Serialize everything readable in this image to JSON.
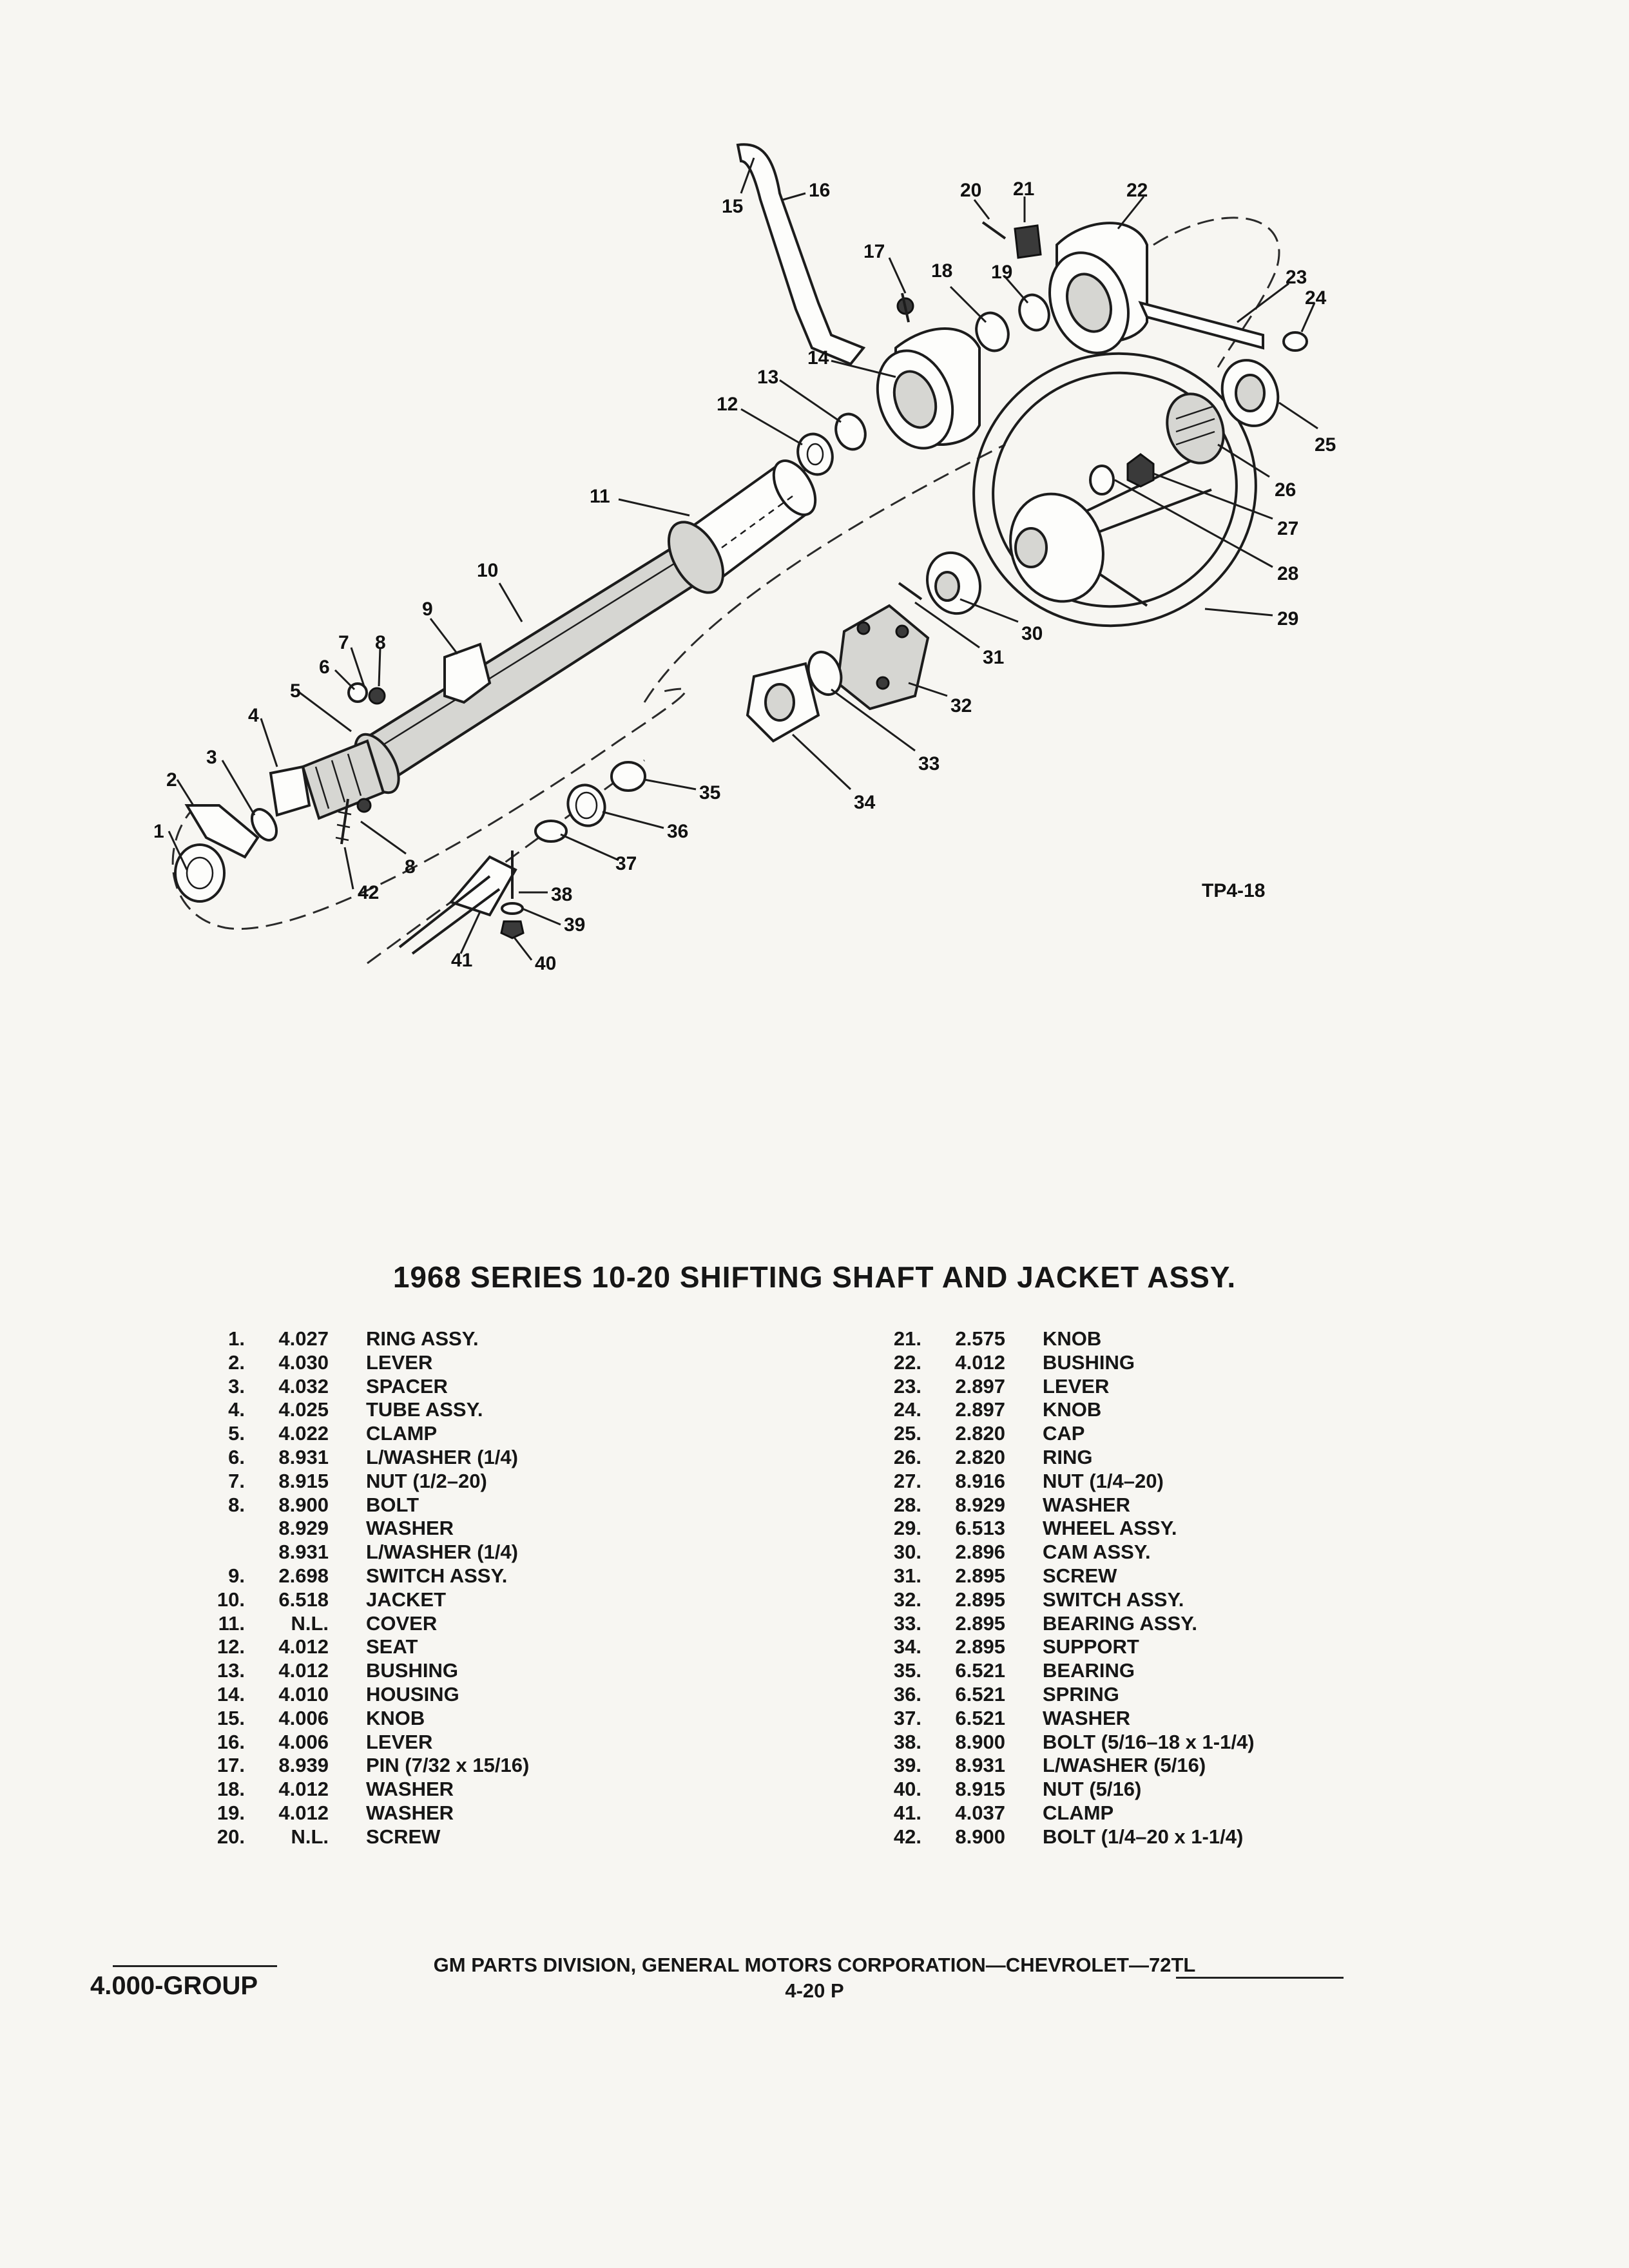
{
  "figure_code": "TP4-18",
  "callouts": [
    "1",
    "2",
    "3",
    "4",
    "5",
    "6",
    "7",
    "8",
    "8",
    "9",
    "10",
    "11",
    "12",
    "13",
    "14",
    "15",
    "16",
    "17",
    "18",
    "19",
    "20",
    "21",
    "22",
    "23",
    "24",
    "25",
    "26",
    "27",
    "28",
    "29",
    "30",
    "31",
    "32",
    "33",
    "34",
    "35",
    "36",
    "37",
    "38",
    "39",
    "40",
    "41",
    "42"
  ],
  "title": "1968 SERIES 10-20 SHIFTING SHAFT AND JACKET ASSY.",
  "parts_left": [
    {
      "no": "1.",
      "group": "4.027",
      "desc": "RING ASSY."
    },
    {
      "no": "2.",
      "group": "4.030",
      "desc": "LEVER"
    },
    {
      "no": "3.",
      "group": "4.032",
      "desc": "SPACER"
    },
    {
      "no": "4.",
      "group": "4.025",
      "desc": "TUBE ASSY."
    },
    {
      "no": "5.",
      "group": "4.022",
      "desc": "CLAMP"
    },
    {
      "no": "6.",
      "group": "8.931",
      "desc": "L/WASHER (1/4)"
    },
    {
      "no": "7.",
      "group": "8.915",
      "desc": "NUT (1/2–20)"
    },
    {
      "no": "8.",
      "group": "8.900",
      "desc": "BOLT"
    },
    {
      "no": "",
      "group": "8.929",
      "desc": "WASHER"
    },
    {
      "no": "",
      "group": "8.931",
      "desc": "L/WASHER (1/4)"
    },
    {
      "no": "9.",
      "group": "2.698",
      "desc": "SWITCH ASSY."
    },
    {
      "no": "10.",
      "group": "6.518",
      "desc": "JACKET"
    },
    {
      "no": "11.",
      "group": "N.L.",
      "desc": "COVER"
    },
    {
      "no": "12.",
      "group": "4.012",
      "desc": "SEAT"
    },
    {
      "no": "13.",
      "group": "4.012",
      "desc": "BUSHING"
    },
    {
      "no": "14.",
      "group": "4.010",
      "desc": "HOUSING"
    },
    {
      "no": "15.",
      "group": "4.006",
      "desc": "KNOB"
    },
    {
      "no": "16.",
      "group": "4.006",
      "desc": "LEVER"
    },
    {
      "no": "17.",
      "group": "8.939",
      "desc": "PIN (7/32 x 15/16)"
    },
    {
      "no": "18.",
      "group": "4.012",
      "desc": "WASHER"
    },
    {
      "no": "19.",
      "group": "4.012",
      "desc": "WASHER"
    },
    {
      "no": "20.",
      "group": "N.L.",
      "desc": "SCREW"
    }
  ],
  "parts_right": [
    {
      "no": "21.",
      "group": "2.575",
      "desc": "KNOB"
    },
    {
      "no": "22.",
      "group": "4.012",
      "desc": "BUSHING"
    },
    {
      "no": "23.",
      "group": "2.897",
      "desc": "LEVER"
    },
    {
      "no": "24.",
      "group": "2.897",
      "desc": "KNOB"
    },
    {
      "no": "25.",
      "group": "2.820",
      "desc": "CAP"
    },
    {
      "no": "26.",
      "group": "2.820",
      "desc": "RING"
    },
    {
      "no": "27.",
      "group": "8.916",
      "desc": "NUT (1/4–20)"
    },
    {
      "no": "28.",
      "group": "8.929",
      "desc": "WASHER"
    },
    {
      "no": "29.",
      "group": "6.513",
      "desc": "WHEEL ASSY."
    },
    {
      "no": "30.",
      "group": "2.896",
      "desc": "CAM ASSY."
    },
    {
      "no": "31.",
      "group": "2.895",
      "desc": "SCREW"
    },
    {
      "no": "32.",
      "group": "2.895",
      "desc": "SWITCH ASSY."
    },
    {
      "no": "33.",
      "group": "2.895",
      "desc": "BEARING ASSY."
    },
    {
      "no": "34.",
      "group": "2.895",
      "desc": "SUPPORT"
    },
    {
      "no": "35.",
      "group": "6.521",
      "desc": "BEARING"
    },
    {
      "no": "36.",
      "group": "6.521",
      "desc": "SPRING"
    },
    {
      "no": "37.",
      "group": "6.521",
      "desc": "WASHER"
    },
    {
      "no": "38.",
      "group": "8.900",
      "desc": "BOLT (5/16–18 x 1-1/4)"
    },
    {
      "no": "39.",
      "group": "8.931",
      "desc": "L/WASHER (5/16)"
    },
    {
      "no": "40.",
      "group": "8.915",
      "desc": "NUT (5/16)"
    },
    {
      "no": "41.",
      "group": "4.037",
      "desc": "CLAMP"
    },
    {
      "no": "42.",
      "group": "8.900",
      "desc": "BOLT (1/4–20 x 1-1/4)"
    }
  ],
  "footer": {
    "company": "GM PARTS DIVISION, GENERAL MOTORS CORPORATION—CHEVROLET—72TL",
    "group": "4.000-GROUP",
    "page": "4-20 P"
  }
}
